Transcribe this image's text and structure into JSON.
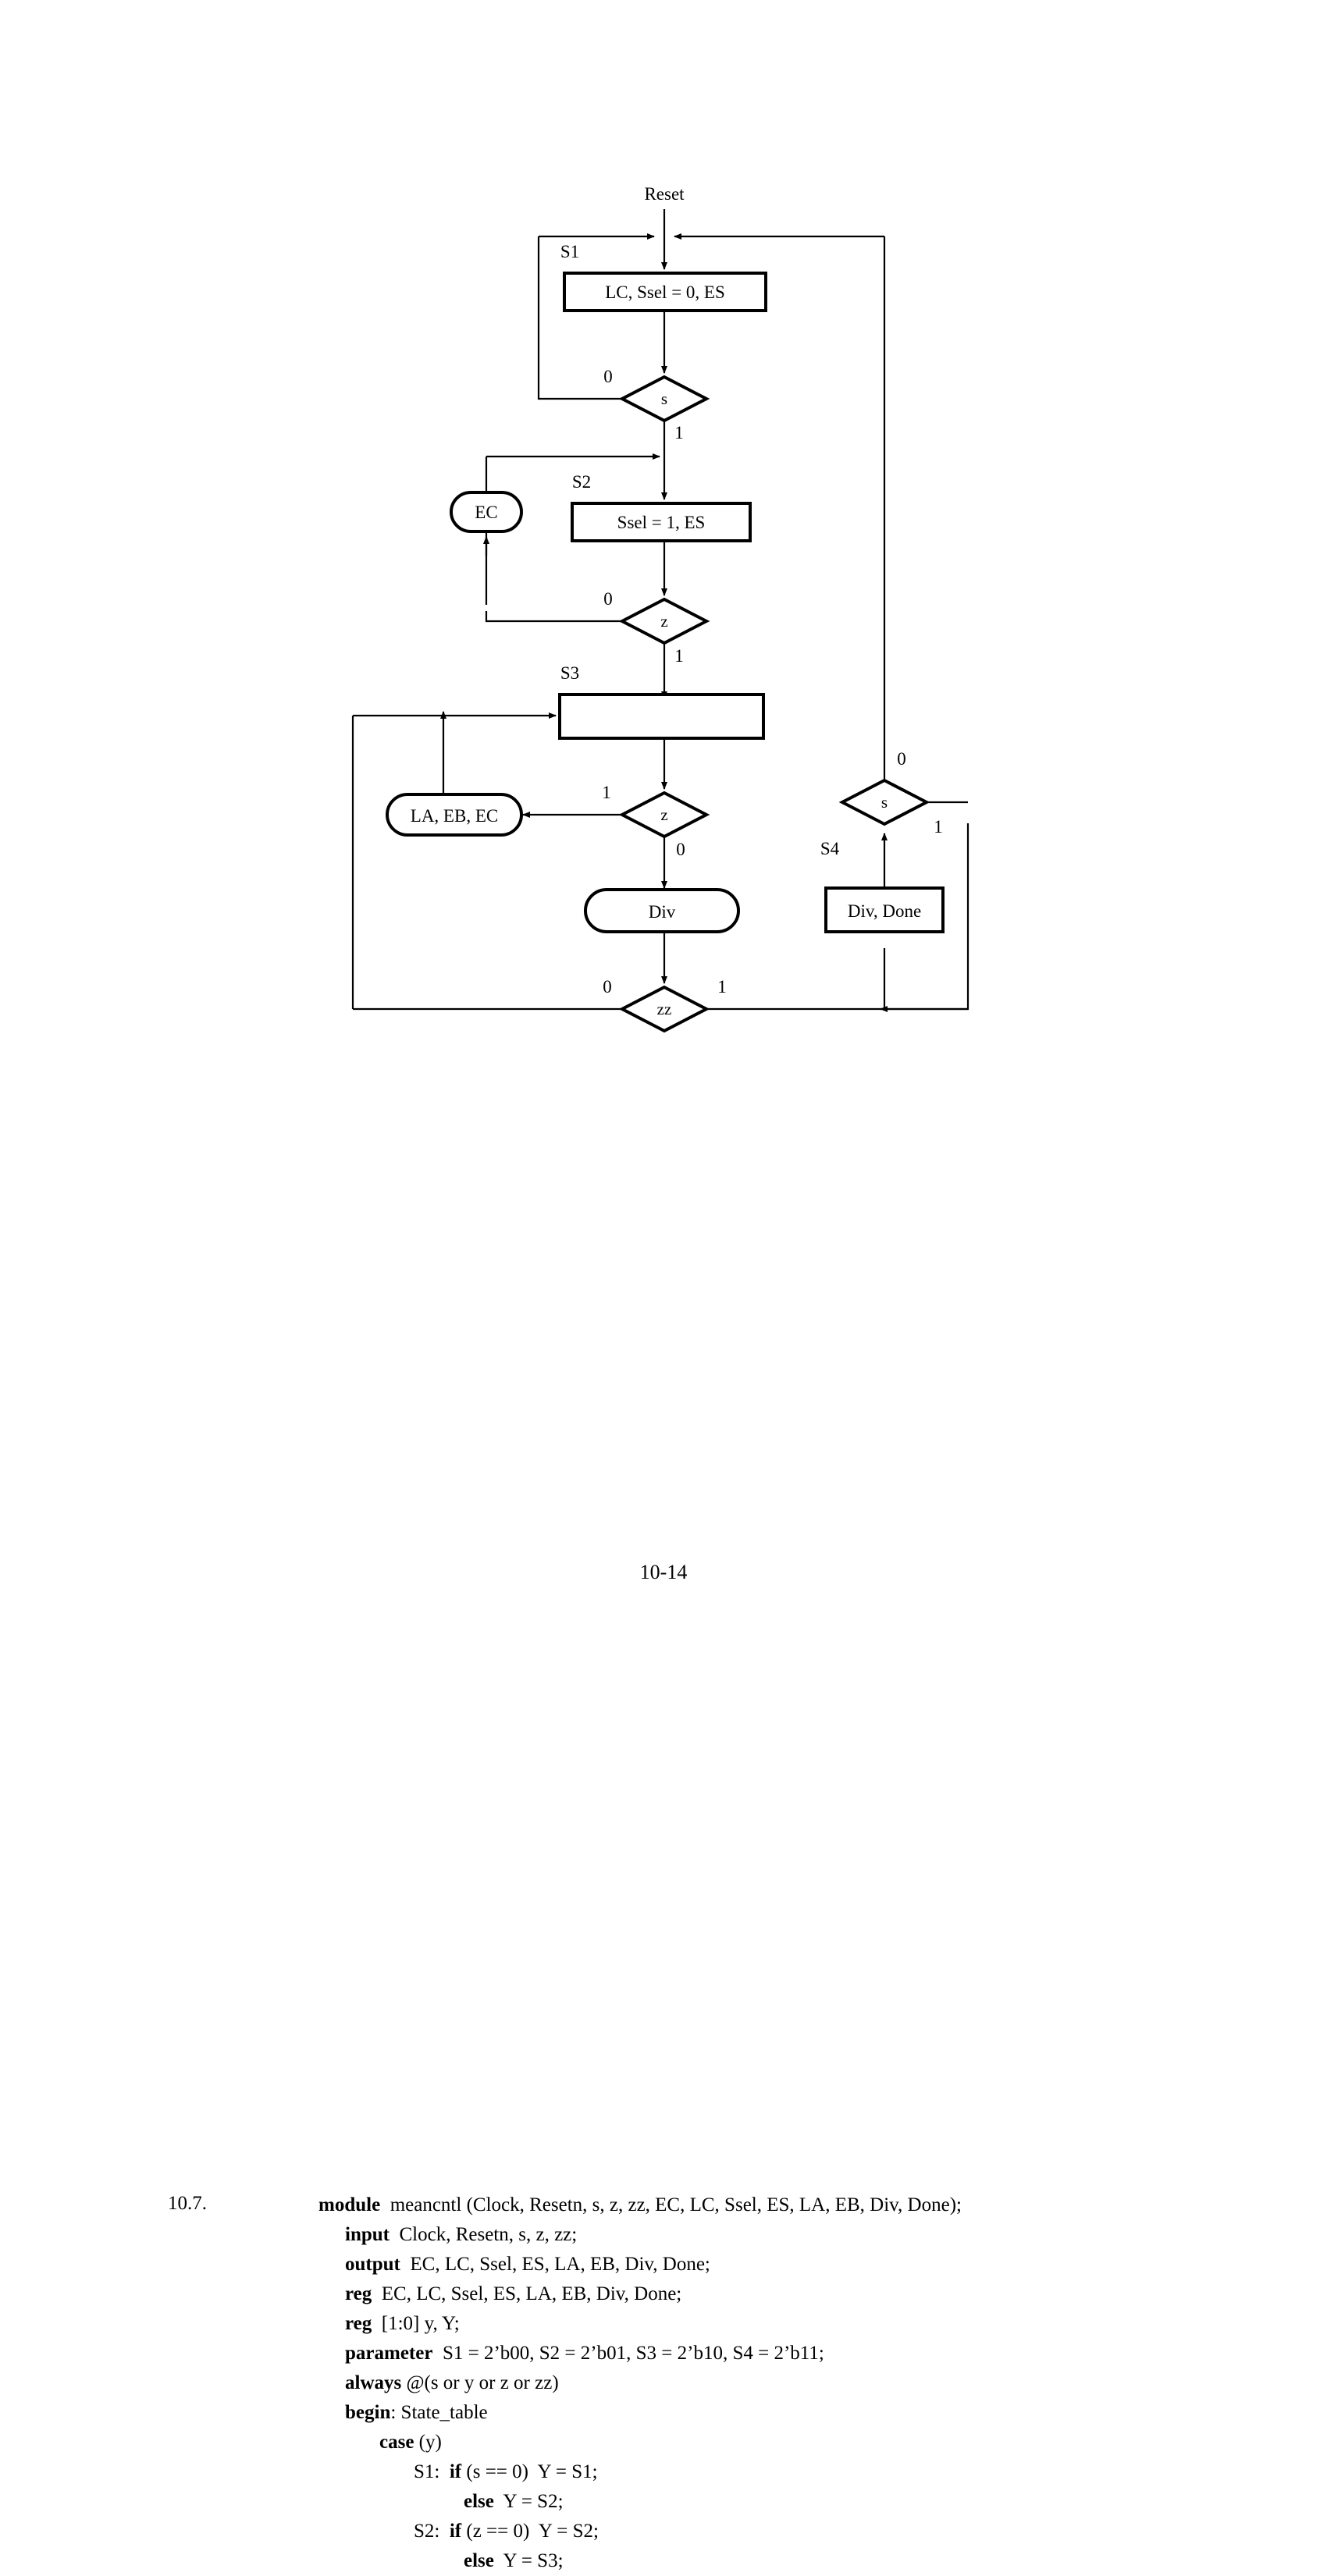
{
  "page": {
    "footer": "10-14",
    "problem_number": "10.7."
  },
  "asm_chart": {
    "title": "",
    "reset_label": "Reset",
    "state_labels": {
      "s1": "S1",
      "s2": "S2",
      "s3": "S3",
      "s4": "S4"
    },
    "boxes": [
      {
        "id": "s1_box",
        "label": "LC, Ssel = 0, ES"
      },
      {
        "id": "s2_box",
        "label": "Ssel = 1, ES"
      },
      {
        "id": "s3_box",
        "label": ""
      },
      {
        "id": "s4_box",
        "label": "Div, Done"
      }
    ],
    "decisions": [
      {
        "id": "d_s_top",
        "label": "s",
        "branch_0": "0",
        "branch_1": "1"
      },
      {
        "id": "d_z_mid",
        "label": "z",
        "branch_0": "0",
        "branch_1": "1"
      },
      {
        "id": "d_z_low",
        "label": "z",
        "branch_0": "0",
        "branch_1": "1"
      },
      {
        "id": "d_s_right",
        "label": "s",
        "branch_0": "0",
        "branch_1": "1"
      },
      {
        "id": "d_zz",
        "label": "zz",
        "branch_0": "0",
        "branch_1": "1"
      }
    ],
    "conditional_outputs": [
      {
        "id": "ec_oval",
        "label": "EC"
      },
      {
        "id": "la_eb_ec_oval",
        "label": "LA, EB, EC"
      },
      {
        "id": "div_oval",
        "label": "Div"
      }
    ],
    "branch_labels": {
      "s_top_0": "0",
      "s_top_1": "1",
      "z_mid_0": "0",
      "z_mid_1": "1",
      "z_low_1": "1",
      "z_low_0": "0",
      "s_right_0": "0",
      "s_right_1": "1",
      "zz_0": "0",
      "zz_1": "1"
    }
  },
  "code": {
    "lines": [
      {
        "indent": 0,
        "bold": "module",
        "rest": "  meancntl (Clock, Resetn, s, z, zz, EC, LC, Ssel, ES, LA, EB, Div, Done);"
      },
      {
        "indent": 1,
        "bold": "input",
        "rest": "  Clock, Resetn, s, z, zz;"
      },
      {
        "indent": 1,
        "bold": "output",
        "rest": "  EC, LC, Ssel, ES, LA, EB, Div, Done;"
      },
      {
        "indent": 1,
        "bold": "reg",
        "rest": "  EC, LC, Ssel, ES, LA, EB, Div, Done;"
      },
      {
        "indent": 1,
        "bold": "reg",
        "rest": "  [1:0] y, Y;"
      },
      {
        "indent": 1,
        "bold": "parameter",
        "rest": "  S1 = 2’b00, S2 = 2’b01, S3 = 2’b10, S4 = 2’b11;"
      },
      {
        "indent": 1,
        "bold": "always",
        "rest": " @(s or y or z or zz)"
      },
      {
        "indent": 1,
        "bold": "begin",
        "rest": ": State_table"
      },
      {
        "indent": 2,
        "bold": "case",
        "rest": " (y)"
      },
      {
        "indent": 3,
        "bold": "",
        "rest": "S1:  ",
        "bold2": "if",
        "rest2": " (s == 0)  Y = S1;"
      },
      {
        "indent": 4,
        "bold": "else",
        "rest": "  Y = S2;"
      },
      {
        "indent": 3,
        "bold": "",
        "rest": "S2:  ",
        "bold2": "if",
        "rest2": " (z == 0)  Y = S2;"
      },
      {
        "indent": 4,
        "bold": "else",
        "rest": "  Y = S3;"
      }
    ]
  }
}
